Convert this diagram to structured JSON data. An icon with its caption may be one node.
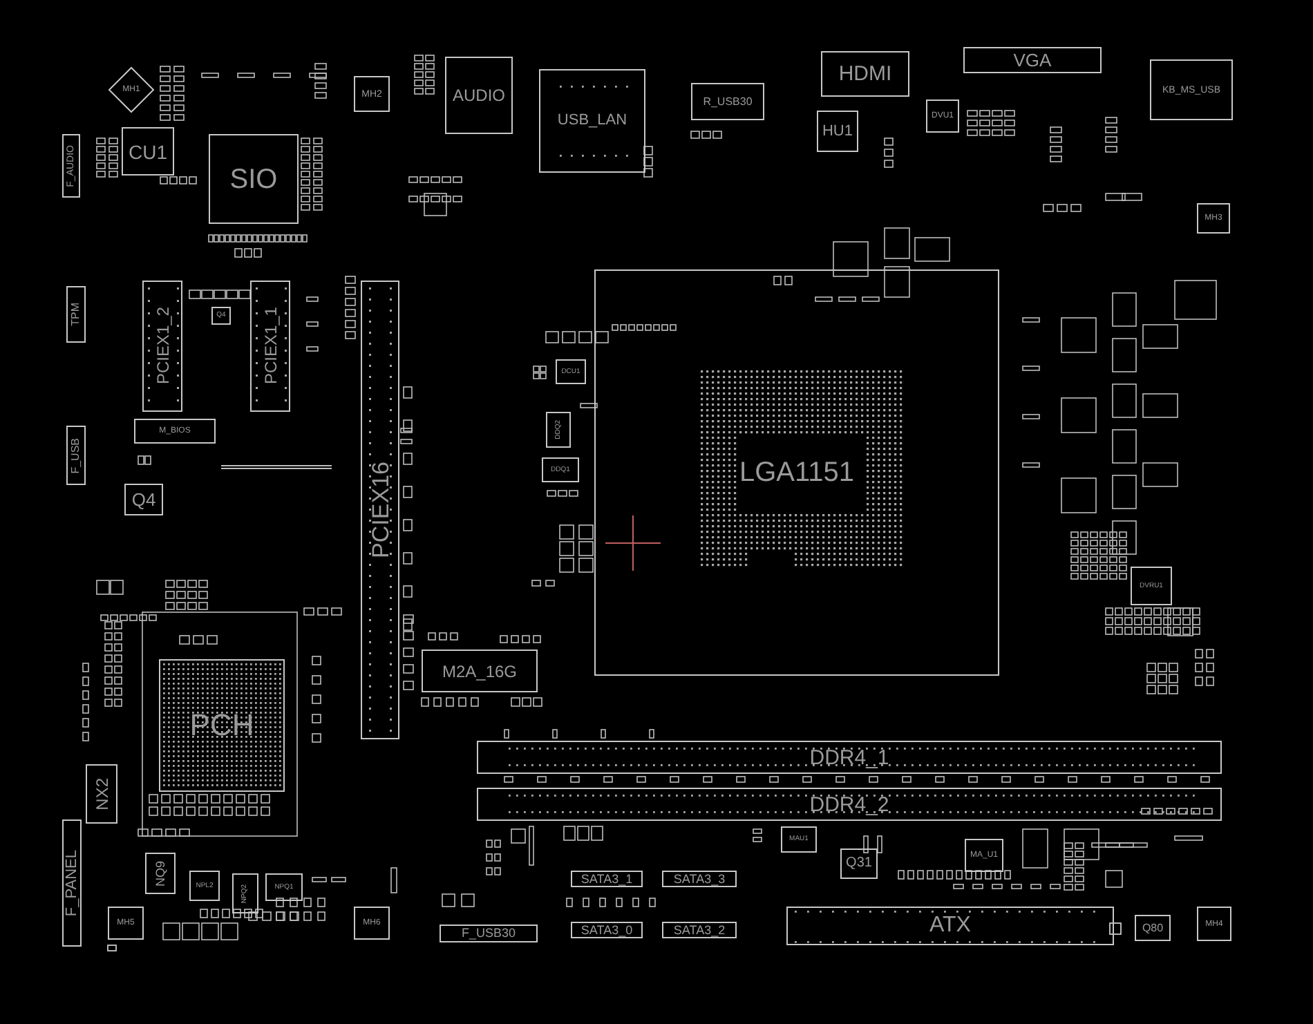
{
  "diagram": {
    "nodes": [
      {
        "text": [
          "MH1"
        ]
      },
      {
        "text": [
          "MH2"
        ]
      },
      {
        "text": [
          "F_AUDIO"
        ]
      },
      {
        "text": [
          "CU1"
        ]
      },
      {
        "text": [
          "SIO"
        ]
      },
      {
        "text": [
          "AUDIO"
        ]
      },
      {
        "text": [
          "USB_LAN"
        ]
      },
      {
        "text": [
          "R_USB30"
        ]
      },
      {
        "text": [
          "HDMI"
        ]
      },
      {
        "text": [
          "HU1"
        ]
      },
      {
        "text": [
          "DVU1"
        ]
      },
      {
        "text": [
          "VGA"
        ]
      },
      {
        "text": [
          "KB_MS_USB"
        ]
      },
      {
        "text": [
          "MH3"
        ]
      },
      {
        "text": [
          "TPM"
        ]
      },
      {
        "text": [
          "PCIEX1_2"
        ]
      },
      {
        "text": [
          "Q4"
        ]
      },
      {
        "text": [
          "PCIEX1_1"
        ]
      },
      {
        "text": [
          "M_BIOS"
        ]
      },
      {
        "text": [
          "F_USB"
        ]
      },
      {
        "text": [
          "Q4"
        ]
      },
      {
        "text": [
          "PCIEX16"
        ]
      },
      {
        "text": [
          "DCU1"
        ]
      },
      {
        "text": [
          "DDQ2"
        ]
      },
      {
        "text": [
          "DDQ1"
        ]
      },
      {
        "text": [
          "LGA1151"
        ]
      },
      {
        "text": [
          "DVRU1"
        ]
      },
      {
        "text": [
          "PCH"
        ]
      },
      {
        "text": [
          "M2A_16G"
        ]
      },
      {
        "text": [
          "NX2"
        ]
      },
      {
        "text": [
          "F_PANEL"
        ]
      },
      {
        "text": [
          "NQ9"
        ]
      },
      {
        "text": [
          "NPL2"
        ]
      },
      {
        "text": [
          "NPQ2"
        ]
      },
      {
        "text": [
          "NPQ1"
        ]
      },
      {
        "text": [
          "MH5"
        ]
      },
      {
        "text": [
          "MH6"
        ]
      },
      {
        "text": [
          "DDR4_1"
        ]
      },
      {
        "text": [
          "DDR4_2"
        ]
      },
      {
        "text": [
          "SATA3_1"
        ]
      },
      {
        "text": [
          "SATA3_3"
        ]
      },
      {
        "text": [
          "SATA3_0"
        ]
      },
      {
        "text": [
          "SATA3_2"
        ]
      },
      {
        "text": [
          "F_USB30"
        ]
      },
      {
        "text": [
          "MAU1"
        ]
      },
      {
        "text": [
          "Q31"
        ]
      },
      {
        "text": [
          "MA_U1"
        ]
      },
      {
        "text": [
          "ATX"
        ]
      },
      {
        "text": [
          "Q80"
        ]
      },
      {
        "text": [
          "MH4"
        ]
      }
    ]
  }
}
